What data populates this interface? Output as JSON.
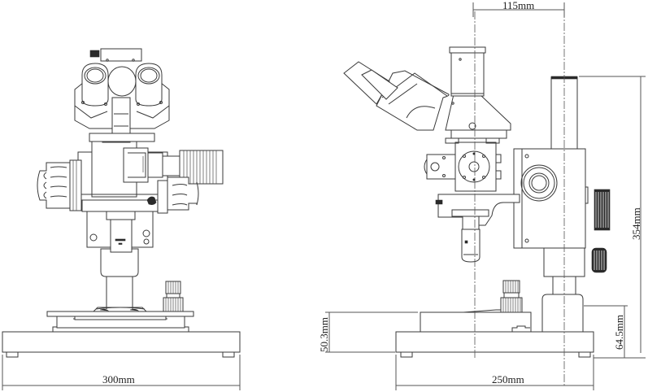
{
  "drawing": {
    "subject": "microscope-dimension-drawing",
    "views": [
      {
        "name": "front-view"
      },
      {
        "name": "side-view"
      }
    ],
    "line_color": "#3a3a3a",
    "background": "#ffffff"
  },
  "dimensions": {
    "base_width_front": "300mm",
    "base_width_side": "250mm",
    "optical_axis_to_column": "115mm",
    "total_height": "354mm",
    "stage_height": "50.3mm",
    "column_base_height": "64.5mm"
  }
}
